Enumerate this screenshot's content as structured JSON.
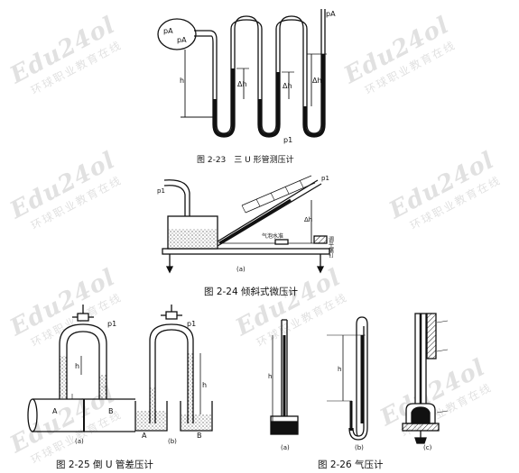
{
  "figures": {
    "fig_2_23": {
      "caption": "图 2-23　三 U 形管测压计"
    },
    "fig_2_24": {
      "caption": "图 2-24 倾斜式微压计",
      "sub": "(a)",
      "side_label": "调平螺钉",
      "bubble_label": "气泡水准",
      "p1_label": "p1"
    },
    "fig_2_25": {
      "caption": "图 2-25 倒 U 管差压计",
      "sub_a": "(a)",
      "sub_b": "(b)",
      "A": "A",
      "B": "B"
    },
    "fig_2_26": {
      "caption": "图 2-26 气压计",
      "sub_a": "(a)",
      "sub_b": "(b)",
      "sub_c": "(c)"
    }
  },
  "labels": {
    "pa": "pA",
    "p1": "p1",
    "h": "h",
    "dh": "Δh",
    "A": "A",
    "B": "B"
  },
  "watermark": {
    "brand": "Edu24ol",
    "sub": "环球职业教育在线"
  }
}
